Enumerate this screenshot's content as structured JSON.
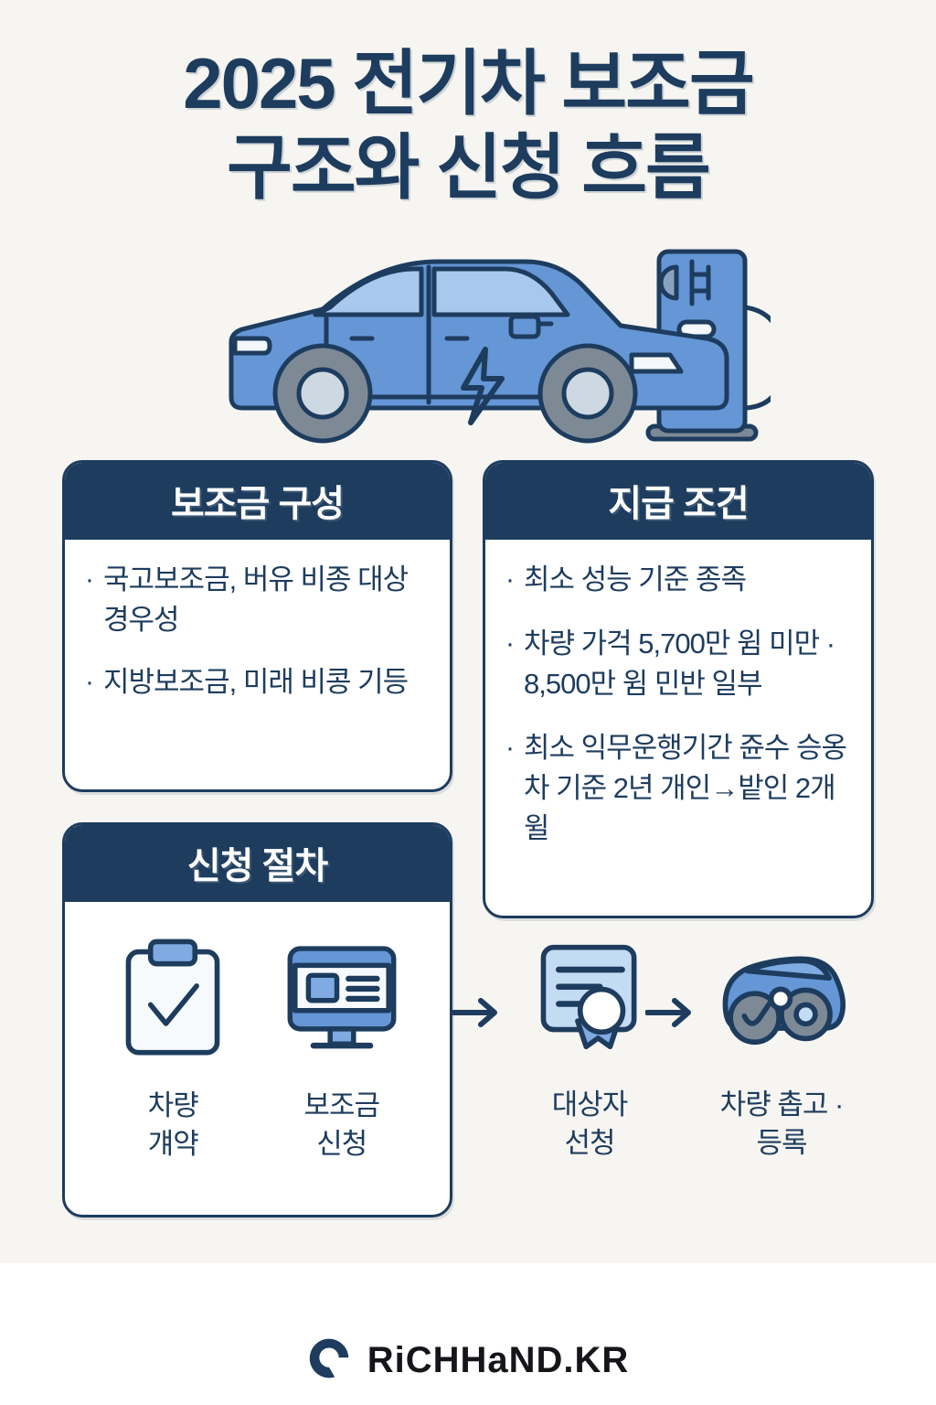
{
  "colors": {
    "background": "#f6f5f1",
    "footer_background": "#ffffff",
    "navy": "#1d3c5e",
    "car_blue": "#6596d6",
    "light_blue": "#a9c7ea",
    "pale_blue": "#cfe0f5",
    "wheel_gray": "#7d8a96",
    "wheel_inner": "#cdd9e2"
  },
  "title": {
    "line1": "2025 전기차 보조금",
    "line2": "구조와 신청 흐름"
  },
  "hero": {
    "name": "electric-car-charging-illustration"
  },
  "cards": {
    "composition": {
      "header": "보조금 구성",
      "bullets": [
        {
          "dot": "·",
          "text": "국고보조금, 버유 비종 대상 경우성"
        },
        {
          "dot": "·",
          "text": "지방보조금, 미래 비콩 기등"
        }
      ]
    },
    "conditions": {
      "header": "지급 조건",
      "bullets": [
        {
          "dot": "·",
          "text": "최소 성능 기준 종족"
        },
        {
          "dot": "·",
          "text": "차량 가걱 5,700만 윔 미만 · 8,500만 윔 민반 일부"
        },
        {
          "dot": "·",
          "text": "최소 익무운행기간 쥰수 승옹차 기준 2년 개인→밭인 2개윌"
        }
      ]
    },
    "process": {
      "header": "신청 절차",
      "steps": [
        {
          "icon": "clipboard-check-icon",
          "label_line1": "차량",
          "label_line2": "걔약"
        },
        {
          "icon": "monitor-form-icon",
          "label_line1": "보조금",
          "label_line2": "신청"
        }
      ]
    }
  },
  "outer_steps": [
    {
      "icon": "certificate-award-icon",
      "label_line1": "대상자",
      "label_line2": "선청"
    },
    {
      "icon": "car-check-icon",
      "label_line1": "차량 촙고 ·",
      "label_line2": "등록"
    }
  ],
  "arrows": [
    {
      "name": "arrow-right-1"
    },
    {
      "name": "arrow-right-2"
    }
  ],
  "footer": {
    "logo_icon": "richhand-circle-logo",
    "brand": "RiCHHaND.KR"
  }
}
